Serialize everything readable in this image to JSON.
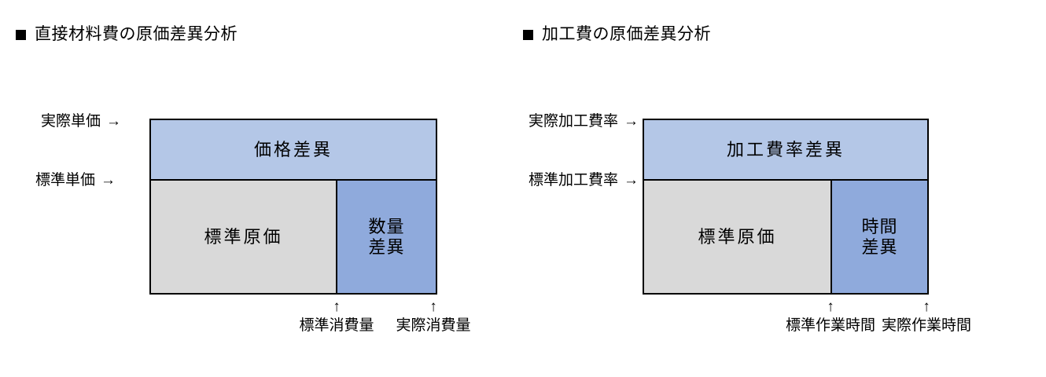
{
  "page": {
    "background": "#ffffff",
    "colors": {
      "rate_variance_band": "#B4C7E7",
      "standard_cost_cell": "#D9D9D9",
      "quantity_variance_cell": "#8FAADC",
      "outline": "#000000"
    }
  },
  "diagrams": [
    {
      "id": "direct-material",
      "title": "直接材料費の原価差異分析",
      "bullet": "filled-square",
      "rate_axis": {
        "actual_label": "実際単価",
        "standard_label": "標準単価",
        "arrow": "→"
      },
      "quantity_axis": {
        "standard_label": "標準消費量",
        "actual_label": "実際消費量",
        "arrow": "↑"
      },
      "cells": {
        "rate_variance": "価格差異",
        "standard_cost": "標準原価",
        "quantity_variance": "数量\n差異"
      }
    },
    {
      "id": "processing-cost",
      "title": "加工費の原価差異分析",
      "bullet": "filled-square",
      "rate_axis": {
        "actual_label": "実際加工費率",
        "standard_label": "標準加工費率",
        "arrow": "→"
      },
      "quantity_axis": {
        "standard_label": "標準作業時間",
        "actual_label": "実際作業時間",
        "arrow": "↑"
      },
      "cells": {
        "rate_variance": "加工費率差異",
        "standard_cost": "標準原価",
        "quantity_variance": "時間\n差異"
      }
    }
  ]
}
